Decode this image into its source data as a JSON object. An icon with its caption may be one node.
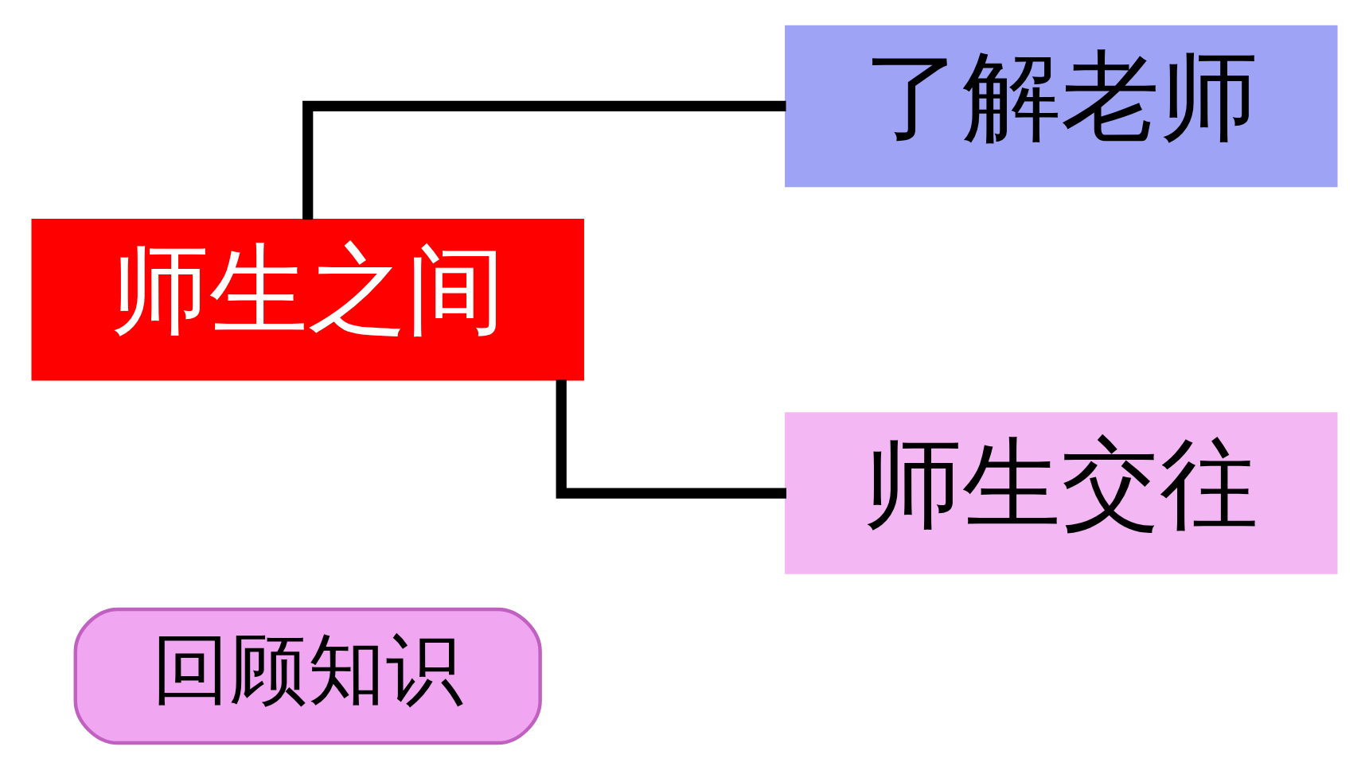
{
  "diagram": {
    "nodes": [
      {
        "text": [
          "回顾知识"
        ]
      },
      {
        "text": [
          "师生之间"
        ]
      },
      {
        "text": [
          "了解老师"
        ]
      },
      {
        "text": [
          "师生交往"
        ]
      }
    ],
    "edges": [
      {
        "from": 1,
        "to": 2,
        "arrow": "none"
      },
      {
        "from": 1,
        "to": 3,
        "arrow": "none"
      }
    ]
  }
}
